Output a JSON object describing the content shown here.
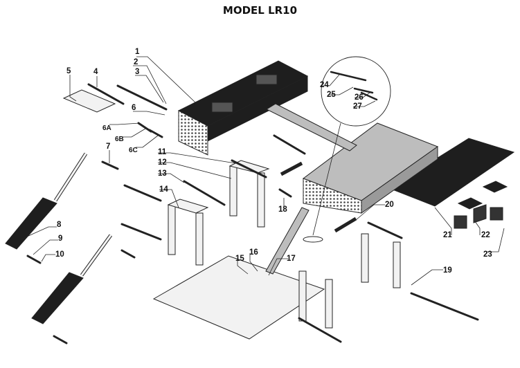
{
  "title": "MODEL LR10",
  "callouts": [
    "1",
    "2",
    "3",
    "4",
    "5",
    "6",
    "6A",
    "6B",
    "6C",
    "7",
    "8",
    "9",
    "10",
    "11",
    "12",
    "13",
    "14",
    "15",
    "16",
    "17",
    "18",
    "19",
    "20",
    "21",
    "22",
    "23",
    "24",
    "25",
    "26",
    "27"
  ]
}
